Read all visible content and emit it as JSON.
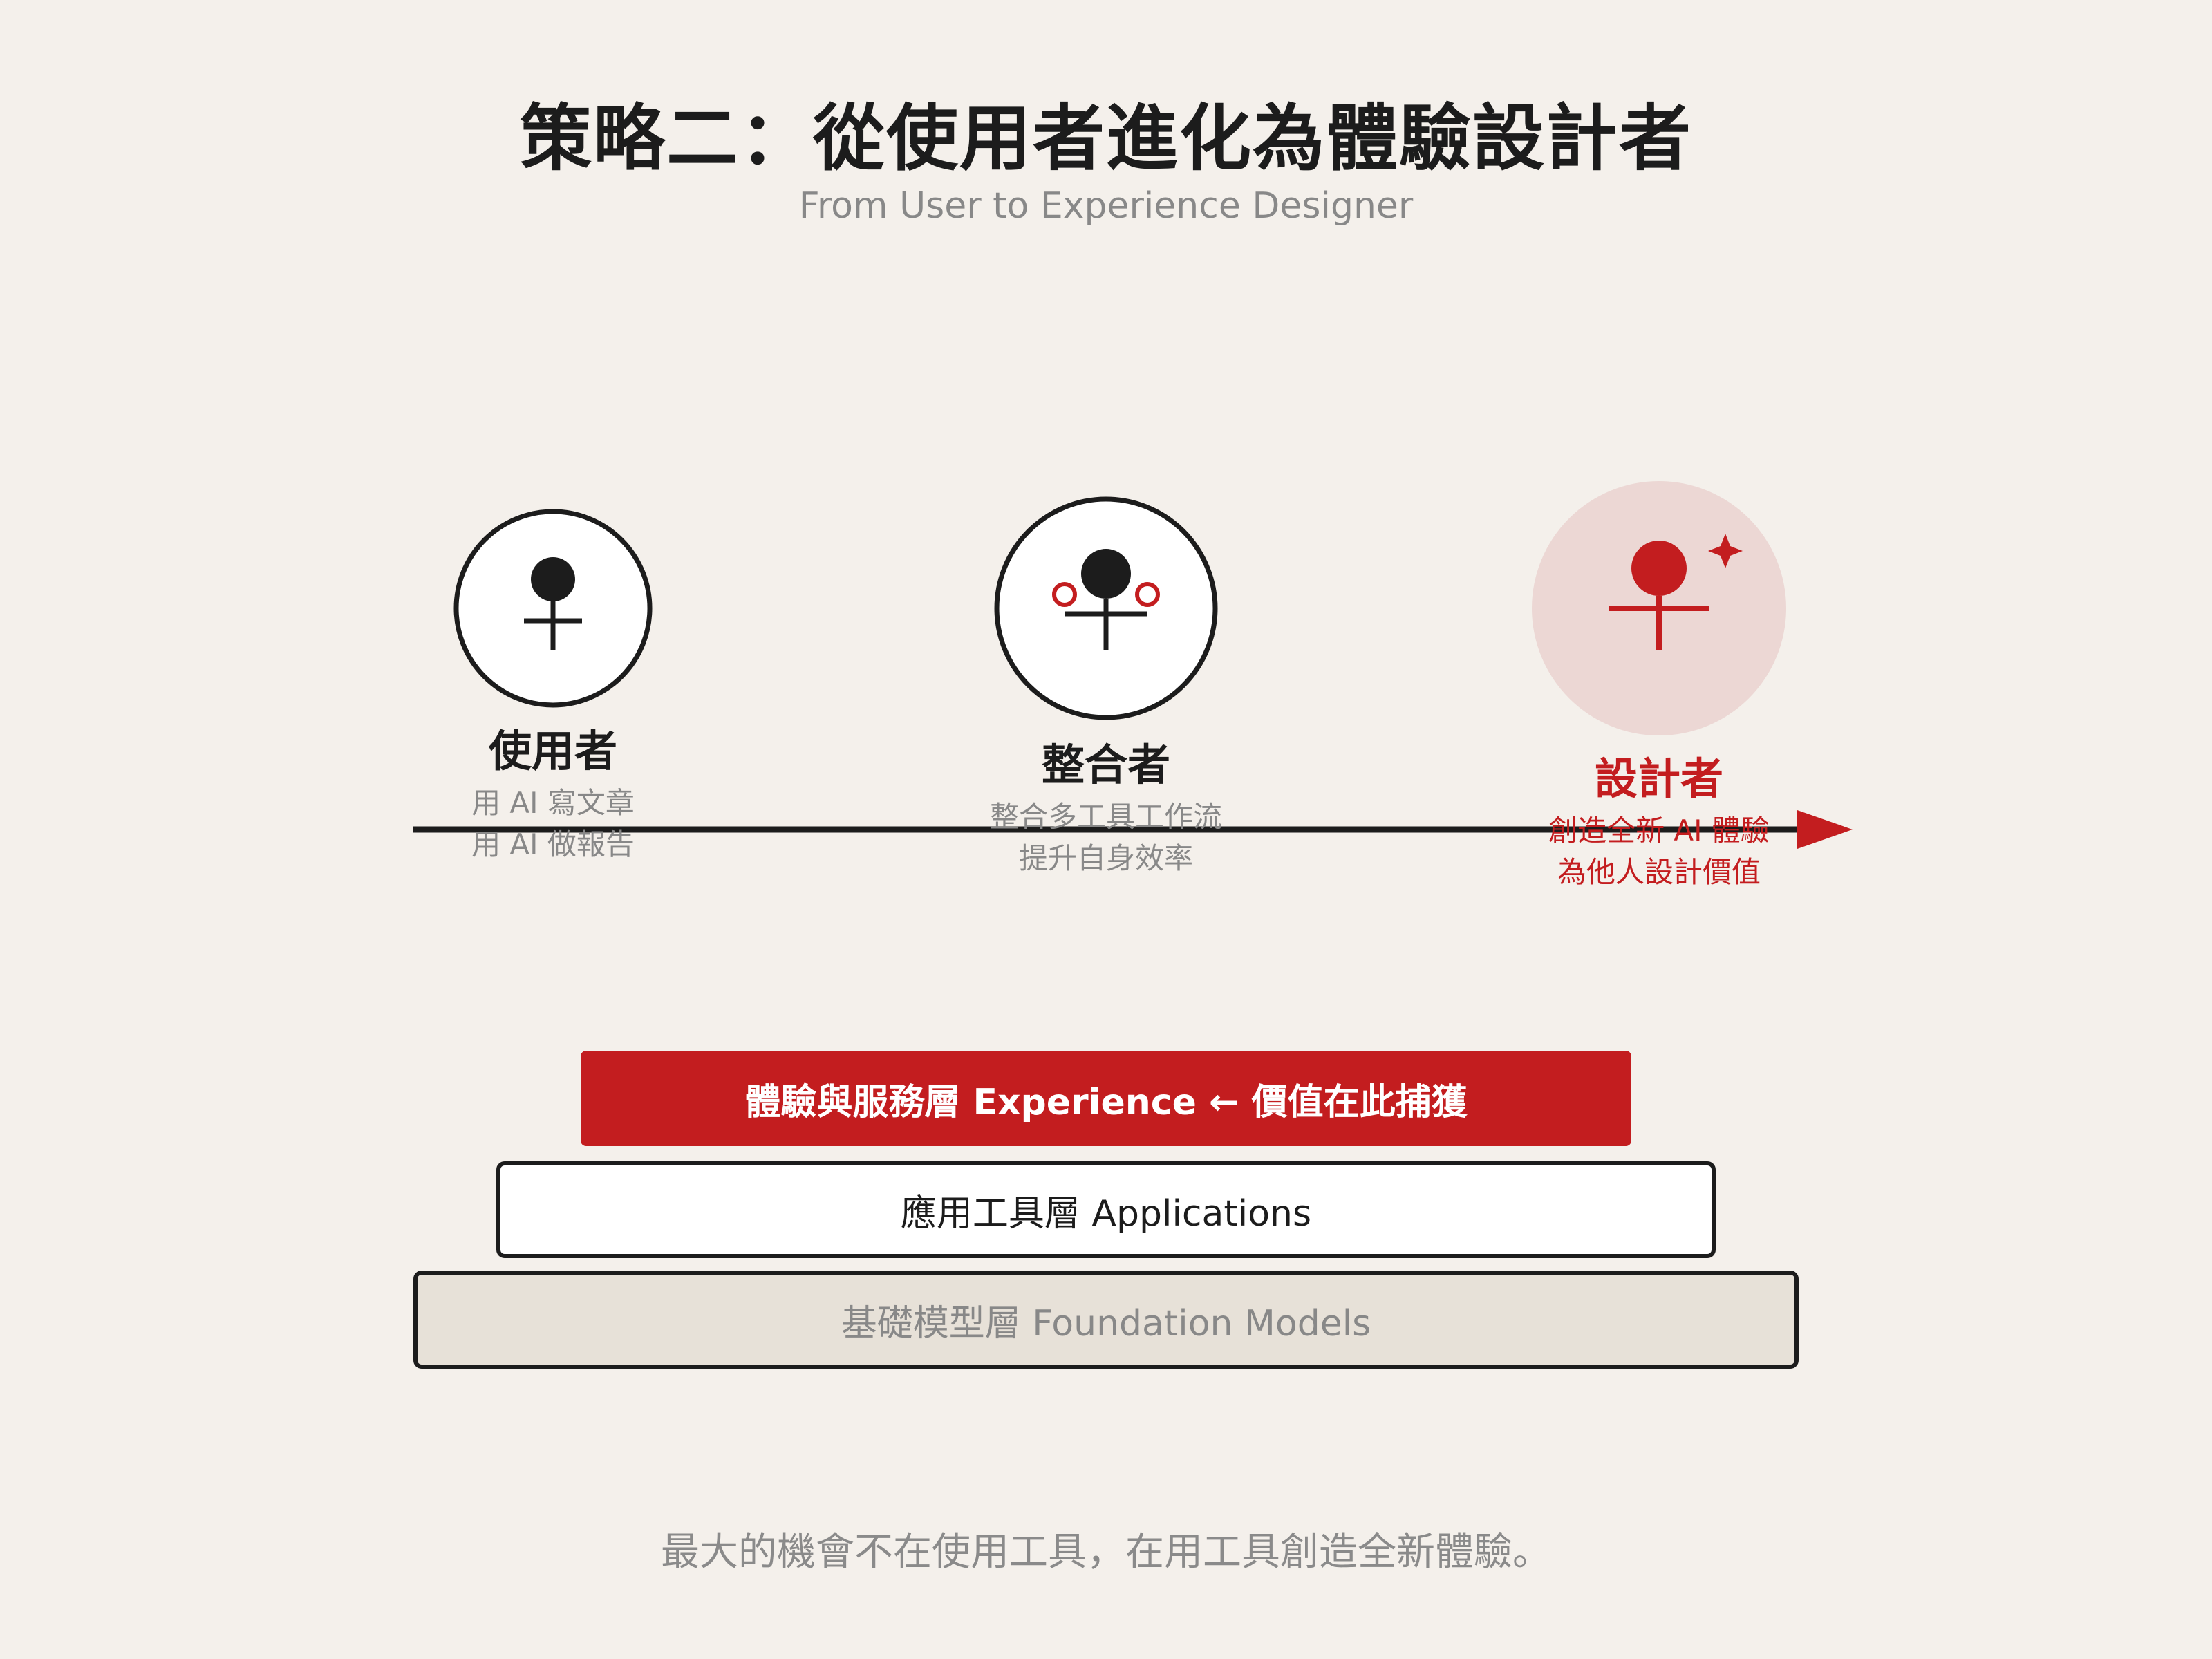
{
  "title": "策略二：從使用者進化為體驗設計者",
  "subtitle": "From User to Experience Designer",
  "stages": [
    {
      "title": "使用者",
      "lines": [
        "用 AI 寫文章",
        "用 AI 做報告"
      ],
      "icon": "user-icon"
    },
    {
      "title": "整合者",
      "lines": [
        "整合多工具工作流",
        "提升自身效率"
      ],
      "icon": "integrator-icon"
    },
    {
      "title": "設計者",
      "lines": [
        "創造全新 AI 體驗",
        "為他人設計價值"
      ],
      "icon": "designer-sparkle-icon"
    }
  ],
  "layers": {
    "experience": "體驗與服務層 Experience ← 價值在此捕獲",
    "applications": "應用工具層 Applications",
    "foundation": "基礎模型層 Foundation Models"
  },
  "footer": "最大的機會不在使用工具，在用工具創造全新體驗。",
  "colors": {
    "background": "#f4f0eb",
    "accent": "#c31d1f",
    "ink": "#1c1c1c",
    "muted": "#888888",
    "accent_soft": "#ecd7d4"
  }
}
